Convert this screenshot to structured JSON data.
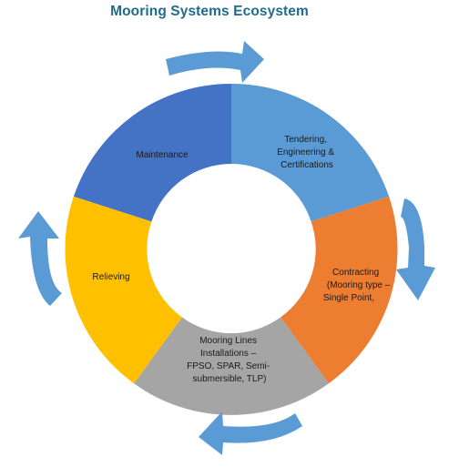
{
  "title": "Mooring Systems Ecosystem",
  "segments": [
    {
      "name": "tendering",
      "color": "#5b9bd5",
      "lines": [
        "Tendering,",
        "Engineering &",
        "Certifications"
      ]
    },
    {
      "name": "contracting",
      "color": "#ed7d31",
      "lines": [
        "Contracting",
        "(Mooring type –",
        "Single Point,"
      ]
    },
    {
      "name": "installations",
      "color": "#a5a5a5",
      "lines": [
        "Mooring Lines",
        "Installations –",
        "FPSO, SPAR, Semi-",
        "submersible, TLP)"
      ]
    },
    {
      "name": "relieving",
      "color": "#ffc000",
      "lines": [
        "Relieving"
      ]
    },
    {
      "name": "maintenance",
      "color": "#4472c4",
      "lines": [
        "Maintenance"
      ]
    }
  ],
  "arrow_color": "#5b9bd5",
  "arrow_icons": [
    "curved-arrow-top-icon",
    "curved-arrow-right-icon",
    "curved-arrow-bottom-icon",
    "curved-arrow-left-icon"
  ]
}
